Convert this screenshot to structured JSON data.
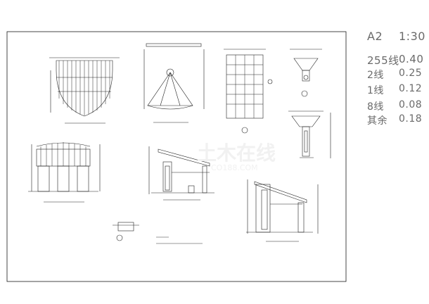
{
  "legend": {
    "paper": "A2",
    "scale": "1:30",
    "rows": [
      {
        "label": "255线",
        "value": "0.40"
      },
      {
        "label": "2线",
        "value": "0.25"
      },
      {
        "label": "1线",
        "value": "0.12"
      },
      {
        "label": "8线",
        "value": "0.08"
      },
      {
        "label": "其余",
        "value": "0.18"
      }
    ]
  },
  "watermark": {
    "brand": "土木在线",
    "url": "CO188.COM"
  },
  "colors": {
    "line": "#1a1a1a",
    "legend_text": "#6a6a6a",
    "watermark": "#efefef"
  }
}
